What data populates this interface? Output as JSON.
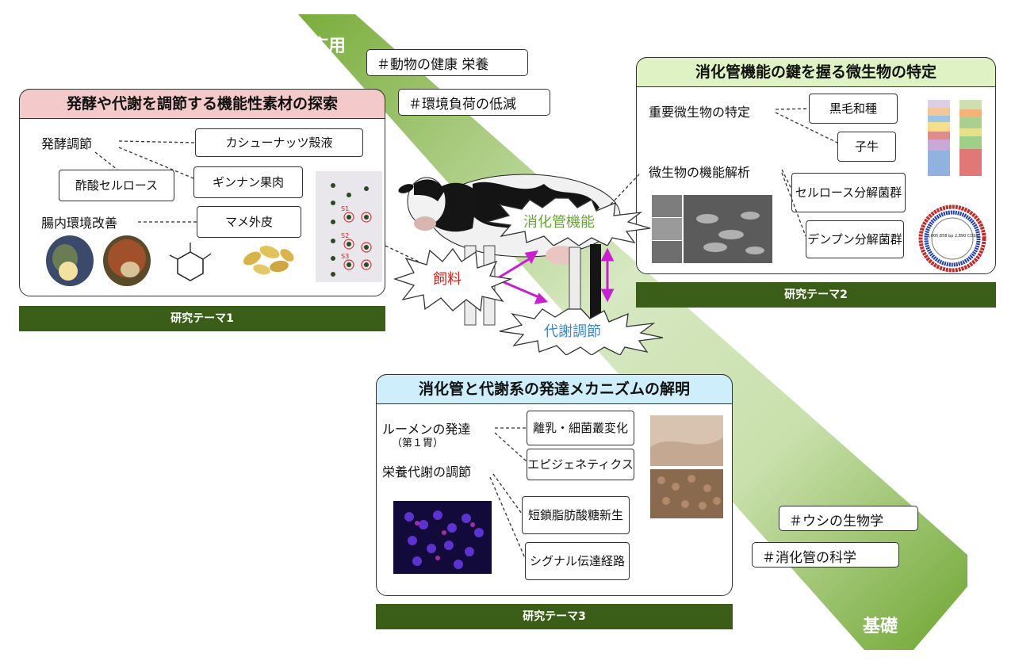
{
  "axis": {
    "applied": "応用",
    "basic": "基礎"
  },
  "tags": {
    "animal_health": "＃動物の健康 栄養",
    "environment": "＃環境負荷の低減",
    "cattle_biology": "＃ウシの生物学",
    "digestive_science": "＃消化管の科学"
  },
  "theme1": {
    "title": "発酵や代謝を調節する機能性素材の探索",
    "bar": "研究テーマ1",
    "fermentation": "発酵調節",
    "gut": "腸内環境改善",
    "cashew": "カシューナッツ殻液",
    "acetate": "酢酸セルロース",
    "ginkgo": "ギンナン果肉",
    "bean": "マメ外皮",
    "tlc_labels": [
      "S1",
      "S2",
      "S3"
    ]
  },
  "theme2": {
    "title": "消化管機能の鍵を握る微生物の特定",
    "bar": "研究テーマ2",
    "identify": "重要微生物の特定",
    "analysis": "微生物の機能解析",
    "wagyu": "黒毛和種",
    "calf": "子牛",
    "cellulose": "セルロース分解菌群",
    "starch": "デンプン分解菌群",
    "genome": "3,005,858 bp\n2,890 CDSs"
  },
  "theme3": {
    "title": "消化管と代謝系の発達メカニズムの解明",
    "bar": "研究テーマ3",
    "rumen": "ルーメンの発達",
    "rumen_sub": "（第１胃）",
    "nutrition": "栄養代謝の調節",
    "weaning": "離乳・細菌叢変化",
    "epigenetics": "エピジェネティクス",
    "scfa": "短鎖脂肪酸糖新生",
    "signal": "シグナル伝達経路"
  },
  "center": {
    "feed": "飼料",
    "digestive": "消化管機能",
    "metabolic": "代謝調節"
  },
  "colors": {
    "band": "#7daf3f",
    "theme_bar": "#3a5e17",
    "theme1_title": "#f4c9c9",
    "theme2_title": "#dff2c4",
    "theme3_title": "#cdeefa",
    "feed": "#d4231b",
    "digestive": "#6aa43a",
    "metabolic": "#3f86c8",
    "arrow": "#c81fd0"
  }
}
